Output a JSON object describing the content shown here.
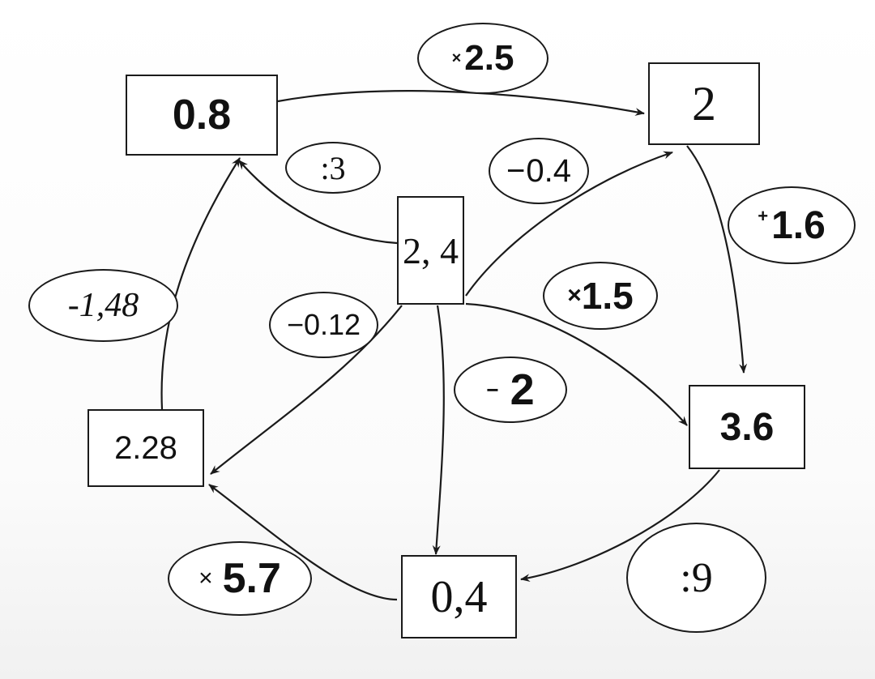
{
  "nodes": {
    "n08": "0.8",
    "n2": "2",
    "n24": "2, 4",
    "n36": "3.6",
    "n04": "0,4",
    "n228": "2.28"
  },
  "labels": {
    "times25": {
      "op": "×",
      "value": "2.5"
    },
    "div3": {
      "op": "",
      "value": ":3"
    },
    "minus04": {
      "op": "−",
      "value": "0.4"
    },
    "plus16": {
      "op": "+",
      "value": "1.6"
    },
    "times15": {
      "op": "×",
      "value": "1.5"
    },
    "minus148": {
      "op": "",
      "value": "-1,48"
    },
    "minus012": {
      "op": "−",
      "value": "0.12"
    },
    "minus2": {
      "op": "−",
      "value": "2"
    },
    "div9": {
      "op": "",
      "value": ":9"
    },
    "times57": {
      "op": "×",
      "value": "5.7"
    }
  },
  "colors": {
    "ink": "#111111",
    "line": "#1a1a1a"
  }
}
